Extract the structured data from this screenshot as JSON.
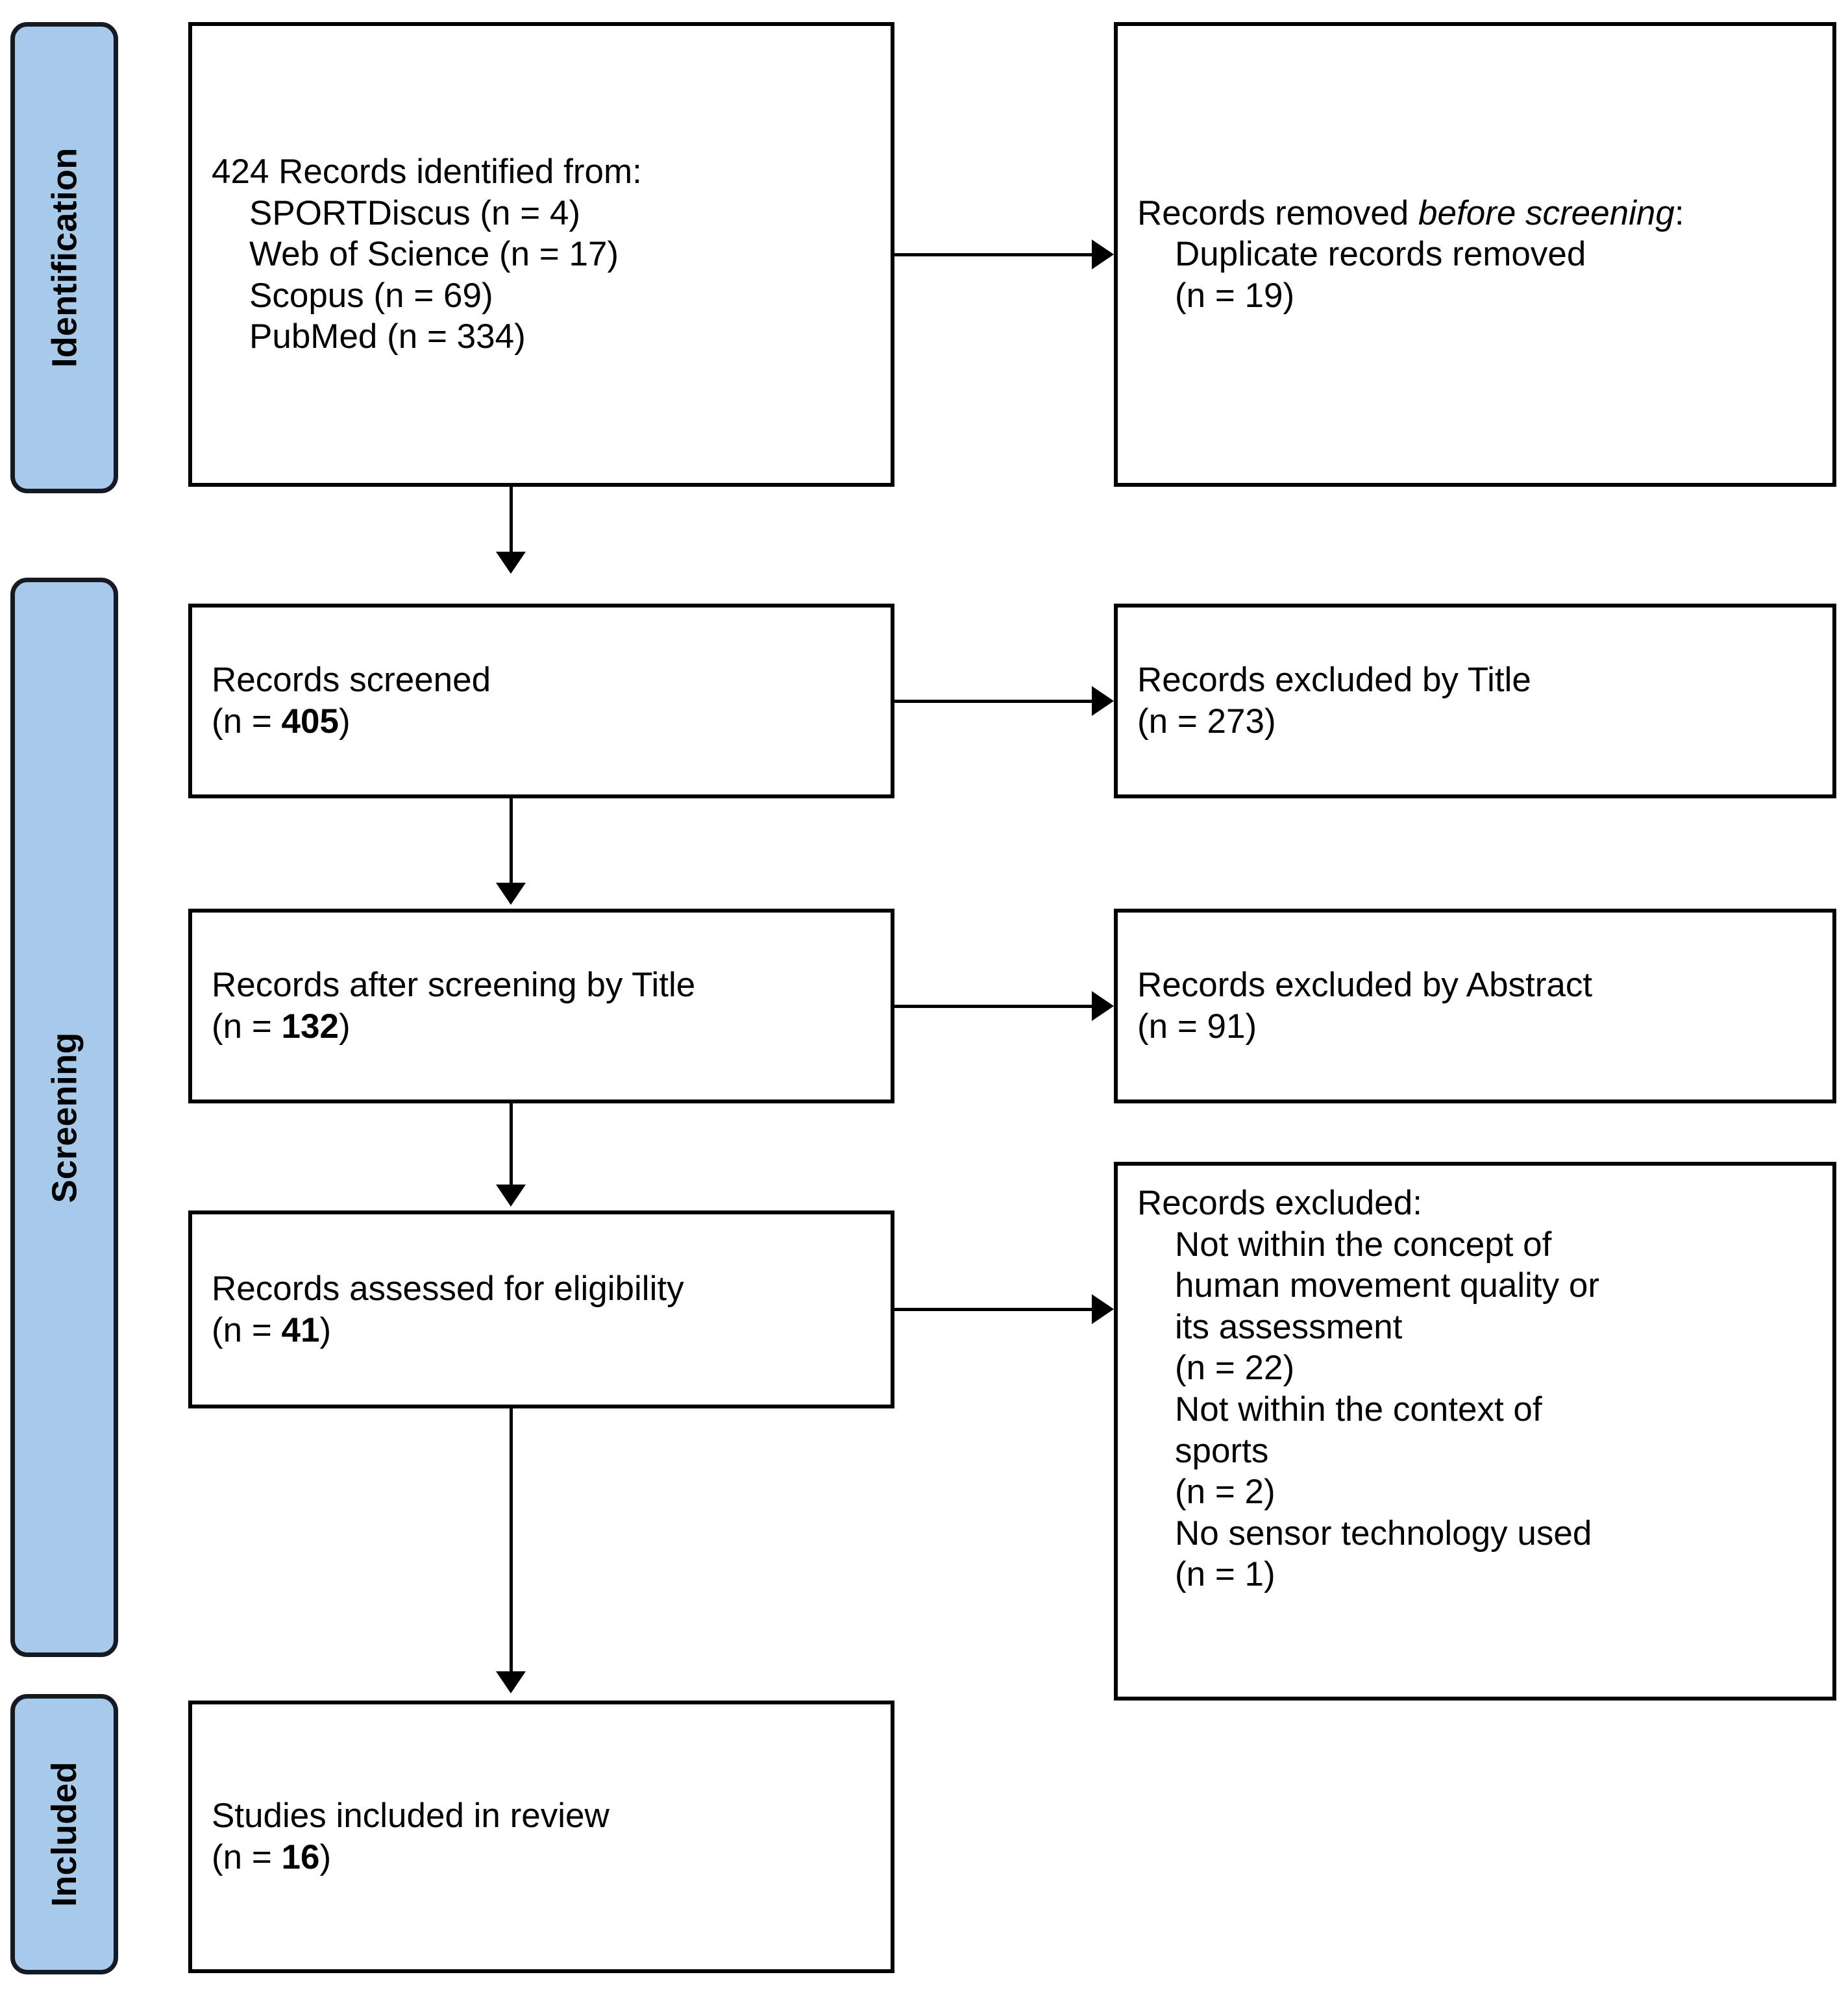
{
  "diagram": {
    "type": "prisma-flow-diagram",
    "stages": [
      {
        "id": "identification",
        "label": "Identification"
      },
      {
        "id": "screening",
        "label": "Screening"
      },
      {
        "id": "included",
        "label": "Included"
      }
    ],
    "boxes": {
      "identified": {
        "title": "424 Records identified from:",
        "sources": [
          {
            "name": "SPORTDiscus",
            "n": "(n = 4)",
            "line": "SPORTDiscus (n = 4)"
          },
          {
            "name": "Web of Science",
            "n": "(n = 17)",
            "line": "Web of Science (n = 17)"
          },
          {
            "name": "Scopus",
            "n": "(n = 69)",
            "line": "Scopus (n = 69)"
          },
          {
            "name": "PubMed",
            "n": "(n = 334)",
            "line": "PubMed (n = 334)"
          }
        ]
      },
      "removed_before_screening": {
        "title_plain": "Records removed ",
        "title_italic": "before screening",
        "title_colon": ":",
        "item": "Duplicate records removed",
        "item_count": "(n = 19)"
      },
      "records_screened": {
        "label": "Records screened",
        "count_prefix": "(n = ",
        "count": "405",
        "count_suffix": ")"
      },
      "excluded_by_title": {
        "label": "Records excluded by Title",
        "count_line": "(n = 273)"
      },
      "after_screening_title": {
        "label": "Records after screening by Title",
        "count_prefix": "(n = ",
        "count": "132",
        "count_suffix": ")"
      },
      "excluded_by_abstract": {
        "label": "Records excluded by Abstract",
        "count_line": "(n = 91)"
      },
      "assessed_eligibility": {
        "label": "Records assessed for eligibility",
        "count_prefix": "(n = ",
        "count": "41",
        "count_suffix": ")"
      },
      "records_excluded": {
        "title": "Records excluded:",
        "reasons": [
          {
            "text_line1": "Not within the concept of",
            "text_line2": "human movement quality or",
            "text_line3": "its assessment",
            "count": "(n = 22)"
          },
          {
            "text_line1": "Not within the context of",
            "text_line2": "sports",
            "count": "(n = 2)"
          },
          {
            "text_line1": "No sensor technology used",
            "count": "(n = 1)"
          }
        ]
      },
      "studies_included": {
        "label": "Studies included in review",
        "count_prefix": "(n = ",
        "count": "16",
        "count_suffix": ")"
      }
    },
    "colors": {
      "stage_fill": "#A7CAEA",
      "stage_border": "#151a23",
      "box_border": "#000000",
      "connector": "#000000",
      "background": "#ffffff"
    }
  }
}
